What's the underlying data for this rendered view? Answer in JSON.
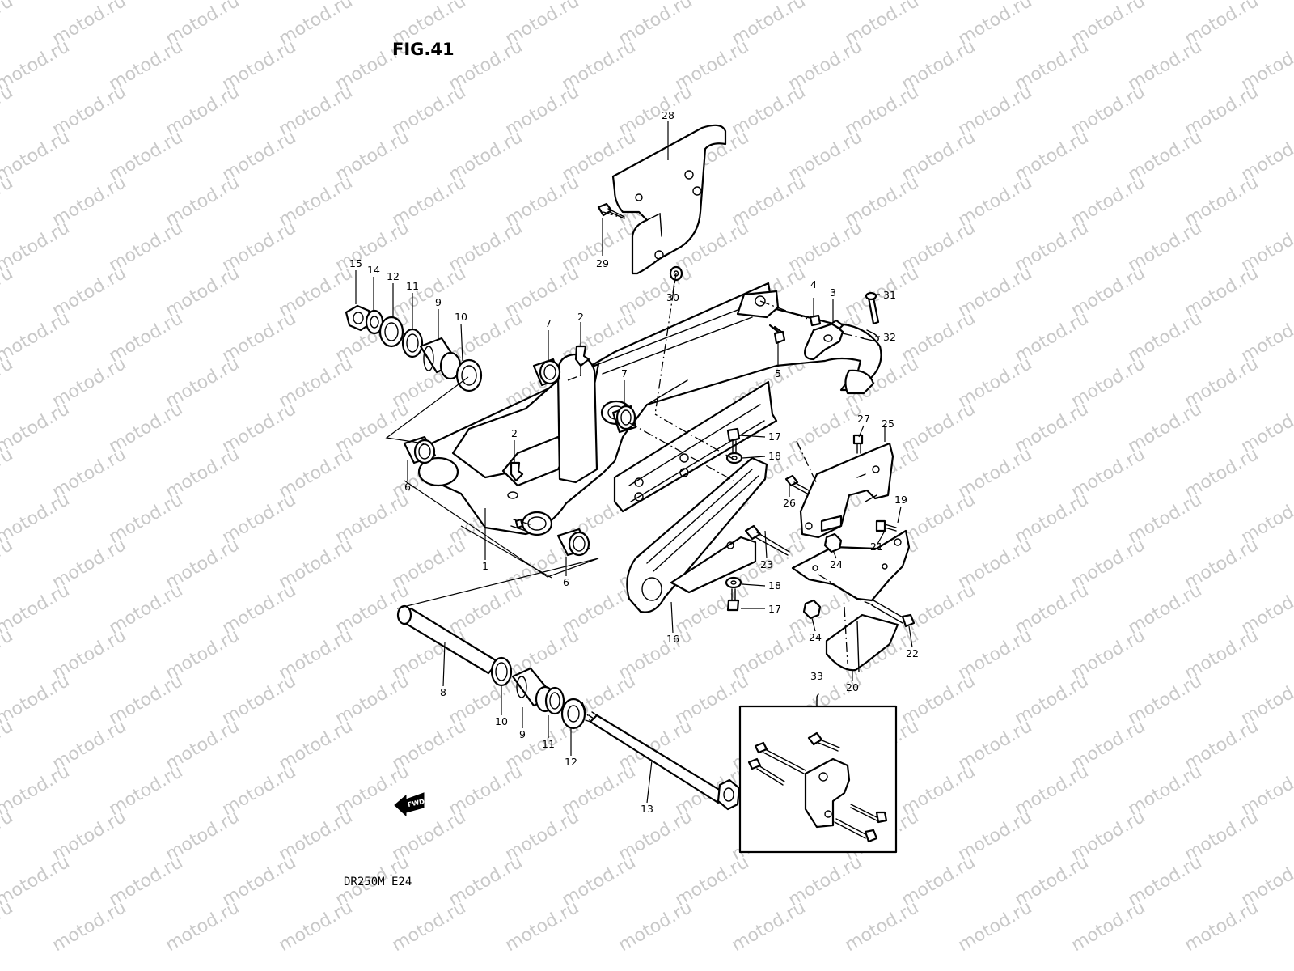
{
  "figure": {
    "title": "FIG.41",
    "model_code": "DR250M E24"
  },
  "watermark": {
    "text": "motod.ru"
  },
  "forward_indicator": {
    "label": "FWD"
  },
  "callouts": [
    {
      "id": "c1",
      "label": "1"
    },
    {
      "id": "c2a",
      "label": "2"
    },
    {
      "id": "c2b",
      "label": "2"
    },
    {
      "id": "c3",
      "label": "3"
    },
    {
      "id": "c4",
      "label": "4"
    },
    {
      "id": "c5",
      "label": "5"
    },
    {
      "id": "c6a",
      "label": "6"
    },
    {
      "id": "c6b",
      "label": "6"
    },
    {
      "id": "c7a",
      "label": "7"
    },
    {
      "id": "c7b",
      "label": "7"
    },
    {
      "id": "c8",
      "label": "8"
    },
    {
      "id": "c9a",
      "label": "9"
    },
    {
      "id": "c9b",
      "label": "9"
    },
    {
      "id": "c10a",
      "label": "10"
    },
    {
      "id": "c10b",
      "label": "10"
    },
    {
      "id": "c11a",
      "label": "11"
    },
    {
      "id": "c11b",
      "label": "11"
    },
    {
      "id": "c12a",
      "label": "12"
    },
    {
      "id": "c12b",
      "label": "12"
    },
    {
      "id": "c13",
      "label": "13"
    },
    {
      "id": "c14",
      "label": "14"
    },
    {
      "id": "c15",
      "label": "15"
    },
    {
      "id": "c16",
      "label": "16"
    },
    {
      "id": "c17a",
      "label": "17"
    },
    {
      "id": "c17b",
      "label": "17"
    },
    {
      "id": "c18a",
      "label": "18"
    },
    {
      "id": "c18b",
      "label": "18"
    },
    {
      "id": "c19",
      "label": "19"
    },
    {
      "id": "c20",
      "label": "20"
    },
    {
      "id": "c21",
      "label": "21"
    },
    {
      "id": "c22",
      "label": "22"
    },
    {
      "id": "c23",
      "label": "23"
    },
    {
      "id": "c24a",
      "label": "24"
    },
    {
      "id": "c24b",
      "label": "24"
    },
    {
      "id": "c25",
      "label": "25"
    },
    {
      "id": "c26",
      "label": "26"
    },
    {
      "id": "c27",
      "label": "27"
    },
    {
      "id": "c28",
      "label": "28"
    },
    {
      "id": "c29",
      "label": "29"
    },
    {
      "id": "c30",
      "label": "30"
    },
    {
      "id": "c31",
      "label": "31"
    },
    {
      "id": "c32",
      "label": "32"
    },
    {
      "id": "c33",
      "label": "33"
    }
  ]
}
